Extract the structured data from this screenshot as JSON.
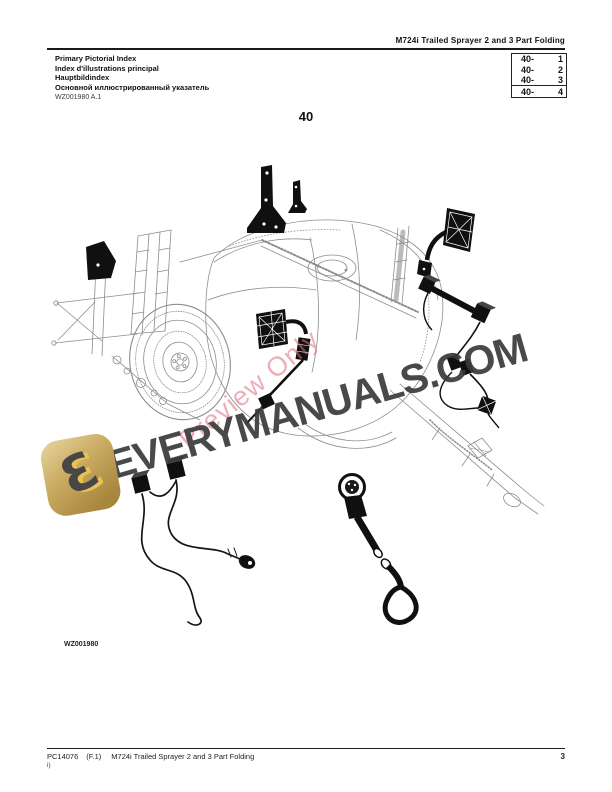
{
  "header": {
    "model_title": "M724i Trailed Sprayer 2 and 3 Part Folding"
  },
  "index": {
    "titles": [
      "Primary Pictorial Index",
      "Index d'illustrations principal",
      "Hauptbildindex",
      "Основной иллюстрированный указатель"
    ],
    "figure_code": "WZ001980 A.1",
    "page_refs": [
      {
        "section": "40-",
        "page": "1"
      },
      {
        "section": "40-",
        "page": "2"
      },
      {
        "section": "40-",
        "page": "3"
      },
      {
        "section": "40-",
        "page": "4"
      }
    ]
  },
  "section_heading": "40",
  "figure": {
    "code": "WZ001980"
  },
  "watermark": {
    "site": "EVERYMANUALS.COM",
    "preview": "Preview Only",
    "logo_letter": "Ɛ"
  },
  "footer": {
    "catalog": "PC14076",
    "revision": "(F.1)",
    "title": "M724i Trailed Sprayer 2 and 3 Part Folding",
    "page": "3",
    "note": "i)"
  },
  "colors": {
    "accent_gold": "#c3a14f",
    "watermark_gray": "#3a3a3a",
    "preview_pink": "#dc6c7c"
  }
}
